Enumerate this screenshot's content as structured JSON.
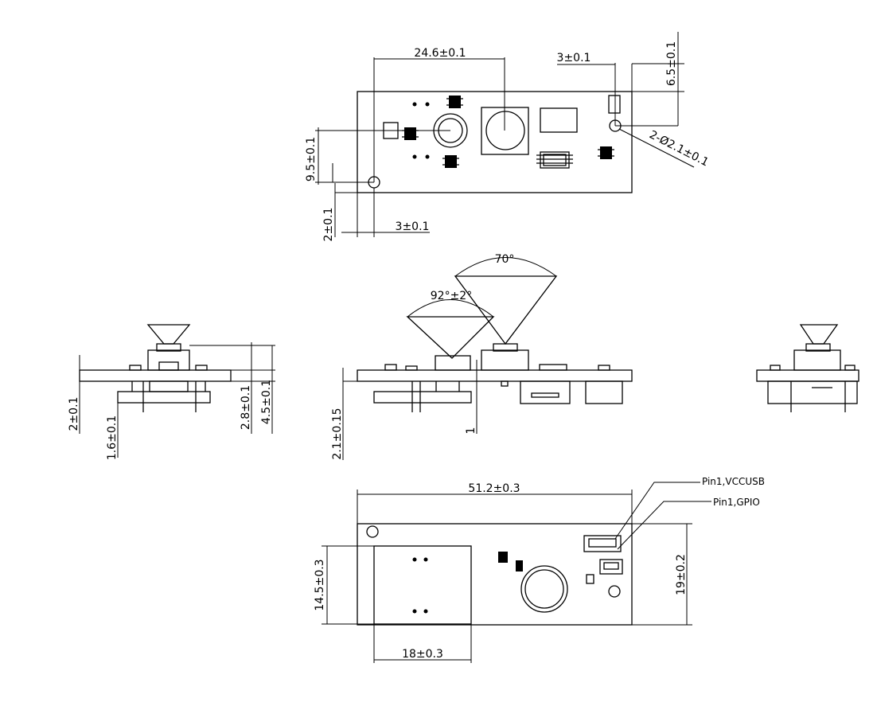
{
  "top_view": {
    "dim_width_lens": "24.6±0.1",
    "dim_hole_offset_right": "3±0.1",
    "dim_hole_offset_top": "6.5±0.1",
    "dim_hole_diameter": "2-Ø2.1±0.1",
    "dim_lens_height": "9.5±0.1",
    "dim_hole_offset_bottom": "2±0.1",
    "dim_hole_offset_left": "3±0.1"
  },
  "side_view": {
    "dim_angle_fov": "70°",
    "dim_angle_tilt": "92°±2°",
    "dim_board_thickness": "2±0.1",
    "dim_standoff": "1.6±0.1",
    "dim_lens_protrusion": "2.8±0.1",
    "dim_total_height": "4.5±0.1",
    "dim_pin_length": "2.1±0.15",
    "dim_small_gap": "1"
  },
  "bottom_view": {
    "dim_board_length": "51.2±0.3",
    "dim_board_width": "19±0.2",
    "dim_module_height": "14.5±0.3",
    "dim_module_width": "18±0.3",
    "label_pin1_vcc": "Pin1,VCCUSB",
    "label_pin1_gpio": "Pin1,GPIO"
  }
}
